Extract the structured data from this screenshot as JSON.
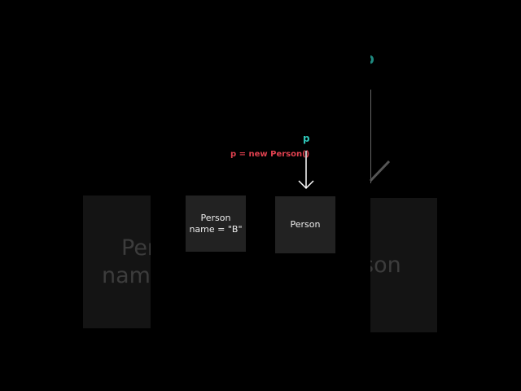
{
  "diagram": {
    "variable_label": "p",
    "statement": "p = new Person()",
    "objects": [
      {
        "class_label": "Person",
        "field": "name = \"B\""
      },
      {
        "class_label": "Person"
      }
    ],
    "background": {
      "left_line1": "Per",
      "left_line2": "nam",
      "right_line": "son",
      "top_partial": "p"
    },
    "colors": {
      "variable": "#2ec4b6",
      "statement": "#e0414f",
      "object_box": "#222222",
      "arrow": "#ffffff"
    }
  }
}
